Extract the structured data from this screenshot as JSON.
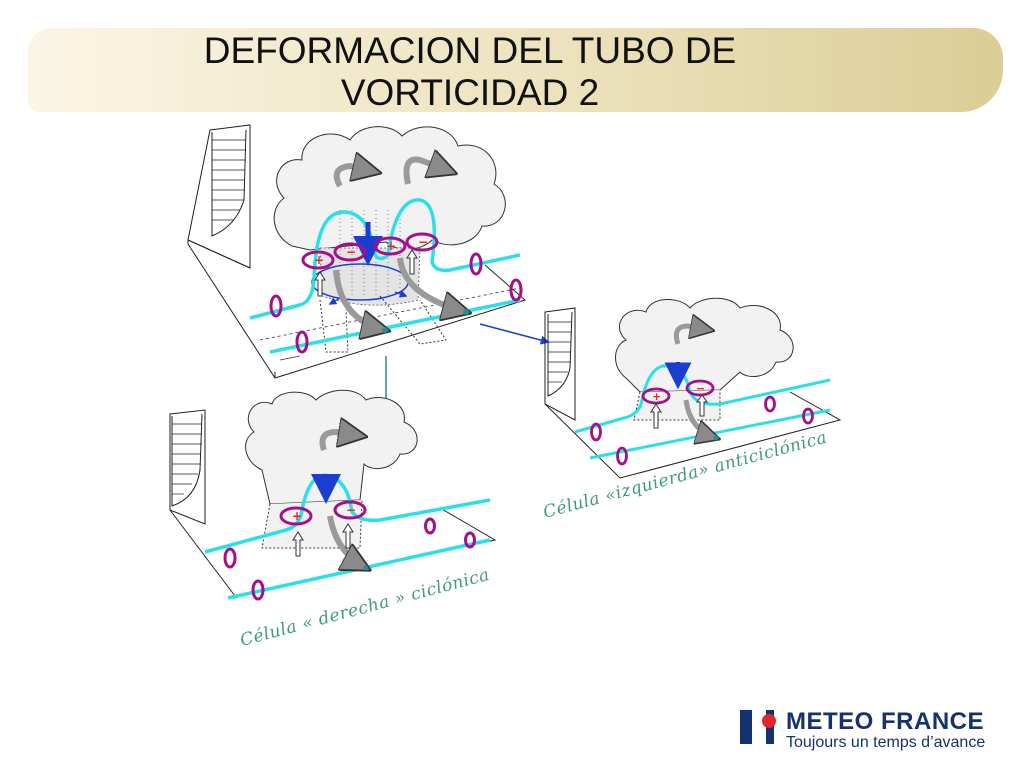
{
  "title": {
    "line1": "DEFORMACION DEL TUBO DE",
    "line2": "VORTICIDAD  2"
  },
  "captions": {
    "left_cell": "Célula «izquierda» anticiclónica",
    "right_cell": "Célula « derecha » ciclónica"
  },
  "logo": {
    "brand": "METEO FRANCE",
    "tagline": "Toujours un temps d’avance"
  },
  "colors": {
    "vortex_tube": "#29e0e8",
    "rotation_ring": "#a4108c",
    "downdraft_arrow": "#1a3fd0",
    "updraft_arrow": "#9a9a9a",
    "caption": "#3f9a82",
    "brand": "#16326e"
  }
}
